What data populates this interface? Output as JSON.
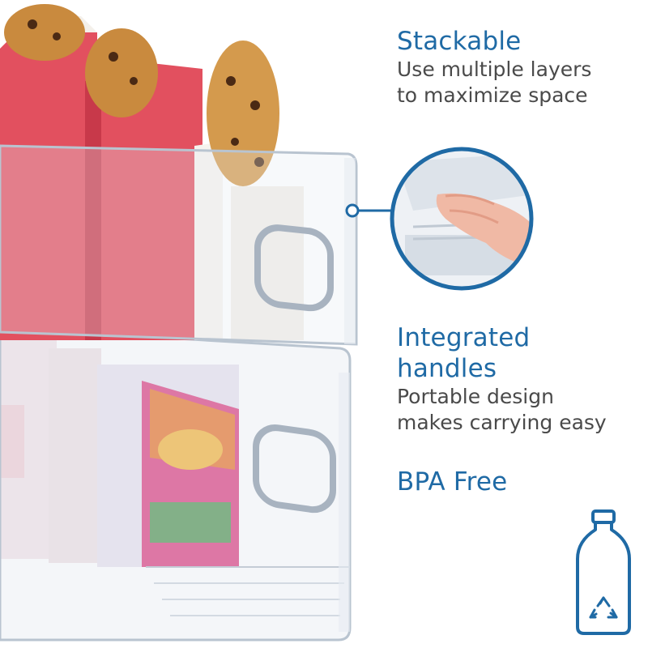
{
  "features": {
    "stackable": {
      "title": "Stackable",
      "desc_line1": "Use multiple layers",
      "desc_line2": "to maximize space"
    },
    "handles": {
      "title_line1": "Integrated",
      "title_line2": "handles",
      "desc_line1": "Portable design",
      "desc_line2": "makes carrying easy"
    },
    "bpa": {
      "title": "BPA Free"
    }
  },
  "icons": {
    "bottle": "bottle-recycle-icon",
    "zoom": "handle-closeup"
  },
  "colors": {
    "accent": "#1f6aa5",
    "text": "#4a4a4a",
    "box_red": "#e2505f",
    "mac_orange": "#e8742a"
  }
}
